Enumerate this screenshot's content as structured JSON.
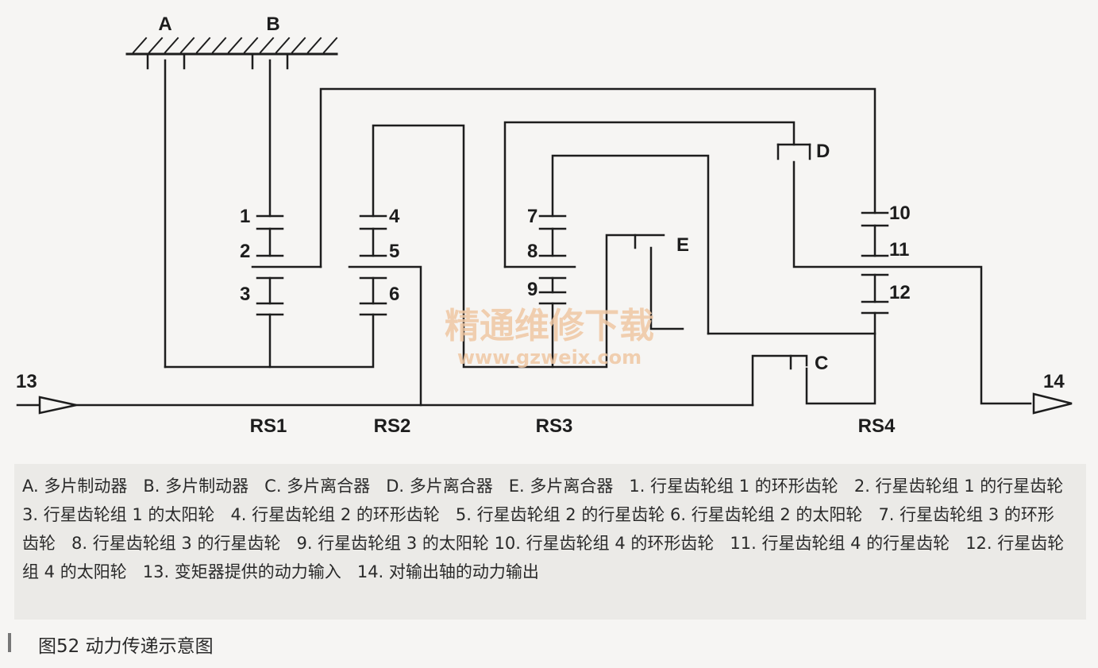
{
  "diagram": {
    "brakes": {
      "a": "A",
      "b": "B"
    },
    "clutches": {
      "c": "C",
      "d": "D",
      "e": "E"
    },
    "gear_numbers": [
      "1",
      "2",
      "3",
      "4",
      "5",
      "6",
      "7",
      "8",
      "9",
      "10",
      "11",
      "12"
    ],
    "io": {
      "input": "13",
      "output": "14"
    },
    "gearsets": [
      "RS1",
      "RS2",
      "RS3",
      "RS4"
    ],
    "watermark": {
      "line1": "精通维修下载",
      "line2": "www.gzweix.com",
      "color": "#f0c8a4"
    },
    "line_color": "#1d1d1d"
  },
  "legend": {
    "text": "A. 多片制动器   B. 多片制动器   C. 多片离合器   D. 多片离合器   E. 多片离合器   1. 行星齿轮组 1 的环形齿轮   2. 行星齿轮组 1 的行星齿轮   3. 行星齿轮组 1 的太阳轮   4. 行星齿轮组 2 的环形齿轮   5. 行星齿轮组 2 的行星齿轮 6. 行星齿轮组 2 的太阳轮   7. 行星齿轮组 3 的环形齿轮   8. 行星齿轮组 3 的行星齿轮   9. 行星齿轮组 3 的太阳轮 10. 行星齿轮组 4 的环形齿轮   11. 行星齿轮组 4 的行星齿轮   12. 行星齿轮组 4 的太阳轮   13. 变矩器提供的动力输入   14. 对输出轴的动力输出"
  },
  "caption": "图52   动力传递示意图"
}
